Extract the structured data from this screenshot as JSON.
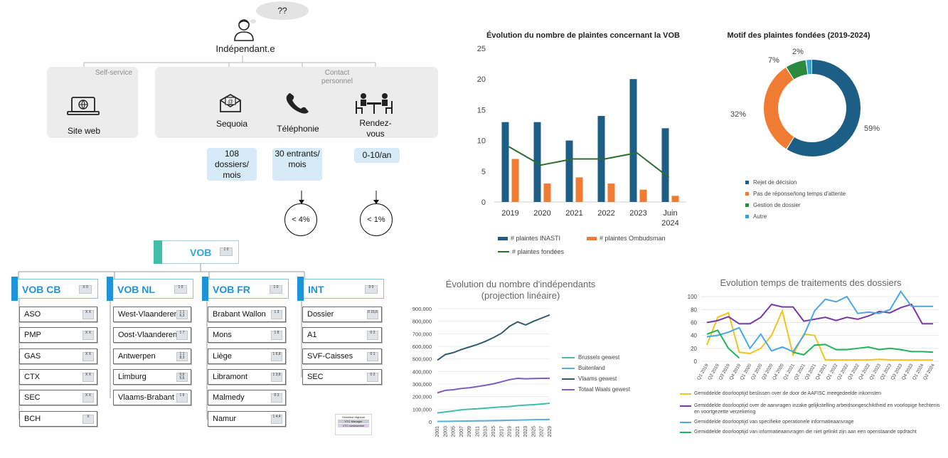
{
  "flow": {
    "bubble": "??",
    "person": "Indépendant.e",
    "self_service": "Self-service",
    "contact_personnel": "Contact personnel",
    "channels": [
      {
        "label": "Site web",
        "icon": "laptop-icon"
      },
      {
        "label": "Sequoia",
        "icon": "mail-icon"
      },
      {
        "label": "Téléphonie",
        "icon": "phone-icon"
      },
      {
        "label": "Rendez-vous",
        "icon": "meeting-icon"
      }
    ],
    "stats": [
      "108 dossiers/ mois",
      "30 entrants/ mois",
      "0-10/an"
    ],
    "rates": [
      "< 4%",
      "< 1%"
    ]
  },
  "org": {
    "top": {
      "title": "VOB",
      "badge": "1 0"
    },
    "branches": [
      {
        "title": "VOB CB",
        "badge": "X 0",
        "items": [
          {
            "label": "ASO",
            "badge": "X X"
          },
          {
            "label": "PMP",
            "badge": "X X"
          },
          {
            "label": "GAS",
            "badge": "X X"
          },
          {
            "label": "CTX",
            "badge": "X X"
          },
          {
            "label": "SEC",
            "badge": "X X"
          },
          {
            "label": "BCH",
            "badge": "X"
          }
        ]
      },
      {
        "title": "VOB NL",
        "badge": "1 0",
        "items": [
          {
            "label": "West-Vlaanderen",
            "badge": "1 1 6,3"
          },
          {
            "label": "Oost-Vlaanderen",
            "badge": "1 7"
          },
          {
            "label": "Antwerpen",
            "badge": "1 1 8,3"
          },
          {
            "label": "Limburg",
            "badge": "0,6 5,6"
          },
          {
            "label": "Vlaams-Brabant",
            "badge": "1 6"
          }
        ]
      },
      {
        "title": "VOB FR",
        "badge": "1 0",
        "items": [
          {
            "label": "Brabant Wallon",
            "badge": "1 3"
          },
          {
            "label": "Mons",
            "badge": "1 8"
          },
          {
            "label": "Liège",
            "badge": "1 6,8"
          },
          {
            "label": "Libramont",
            "badge": "1 3,8"
          },
          {
            "label": "Malmedy",
            "badge": "0 3"
          },
          {
            "label": "Namur",
            "badge": "1 4,4"
          }
        ]
      },
      {
        "title": "INT",
        "badge": "0 0",
        "items": [
          {
            "label": "Dossier",
            "badge": "0 15,6"
          },
          {
            "label": "A1",
            "badge": "0 2"
          },
          {
            "label": "SVF-Caisses",
            "badge": "0 1"
          },
          {
            "label": "SEC",
            "badge": "0 2"
          }
        ]
      }
    ],
    "legend": [
      "Directeur régional",
      "VTC Manager",
      "VTC medewerker"
    ]
  },
  "charts": {
    "complaints": {
      "title": "Évolution du nombre de plaintes concernant la VOB",
      "legend": [
        "# plaintes INASTI",
        "# plaintes Ombudsman",
        "# plaintes fondées"
      ],
      "colors": [
        "#1d5e86",
        "#f07b32",
        "#2c6e2f"
      ]
    },
    "motifs": {
      "title": "Motif des plaintes fondées (2019-2024)",
      "labels": [
        "59%",
        "32%",
        "7%",
        "2%"
      ],
      "legend": [
        "Rejet de décision",
        "Pas de réponse/long temps d'attente",
        "Gestion de dossier",
        "Autre"
      ],
      "colors": [
        "#1d5e86",
        "#f07b32",
        "#2b8a3e",
        "#3aa0d8"
      ]
    },
    "independants": {
      "title": "Évolution du nombre d'indépendants (projection linéaire)",
      "colors": [
        "#3fbfa8",
        "#5aaee0",
        "#2f5d6e",
        "#7d5bbf"
      ]
    },
    "treatment": {
      "title": "Evolution temps de traitements des dossiers",
      "legend": [
        "Gemiddelde doorlooptijd beslissen over de door de AAFISC meegedeelde inkomsten",
        "Gemiddelde doorlooptijd over de aanvragen inzake gelijkstelling arbeidsongeschiktheid en voorlopige hechtenis en voortgezette verzekering",
        "Gemiddelde doorlooptijd van specifieke operationele informatieaanvrage",
        "Gemiddelde doorlooptijd van informatieaanvragen die niet gelinkt zijn aan een openstaande opdracht"
      ],
      "colors": [
        "#f2c31a",
        "#7a37a8",
        "#49a7e6",
        "#22b35a"
      ]
    }
  },
  "chart_data": [
    {
      "type": "bar",
      "title": "Évolution du nombre de plaintes concernant la VOB",
      "categories": [
        "2019",
        "2020",
        "2021",
        "2022",
        "2023",
        "Juin 2024"
      ],
      "series": [
        {
          "name": "# plaintes INASTI",
          "values": [
            13,
            13,
            10,
            14,
            20,
            12
          ]
        },
        {
          "name": "# plaintes Ombudsman",
          "values": [
            7,
            3,
            4,
            3,
            2,
            1
          ]
        },
        {
          "name": "# plaintes fondées",
          "type": "line",
          "values": [
            9,
            6,
            7,
            7,
            8,
            4
          ]
        }
      ],
      "ylim": [
        0,
        25
      ],
      "yticks": [
        "0",
        "5",
        "10",
        "15",
        "20",
        "25"
      ],
      "legend": "bottom"
    },
    {
      "type": "pie",
      "title": "Motif des plaintes fondées (2019-2024)",
      "categories": [
        "Rejet de décision",
        "Pas de réponse/long temps d'attente",
        "Gestion de dossier",
        "Autre"
      ],
      "values": [
        59,
        32,
        7,
        2
      ],
      "legend": "bottom"
    },
    {
      "type": "line",
      "title": "Évolution du nombre d'indépendants (projection linéaire)",
      "x": [
        "2001",
        "2003",
        "2005",
        "2007",
        "2009",
        "2011",
        "2013",
        "2015",
        "2017",
        "2019",
        "2021",
        "2023",
        "2025",
        "2027",
        "2029"
      ],
      "series": [
        {
          "name": "Brussels gewest",
          "values": [
            70000,
            78000,
            86000,
            95000,
            100000,
            103000,
            108000,
            113000,
            118000,
            121000,
            128000,
            132000,
            136000,
            141000,
            147000
          ]
        },
        {
          "name": "Buitenland",
          "values": [
            2000,
            3000,
            4000,
            5000,
            6000,
            7000,
            8000,
            9000,
            10000,
            12000,
            13000,
            14000,
            16000,
            17000,
            18000
          ]
        },
        {
          "name": "Vlaams gewest",
          "values": [
            490000,
            535000,
            550000,
            575000,
            595000,
            615000,
            640000,
            670000,
            705000,
            760000,
            795000,
            770000,
            800000,
            825000,
            850000
          ]
        },
        {
          "name": "Totaal Waals gewest",
          "values": [
            230000,
            250000,
            255000,
            265000,
            270000,
            280000,
            290000,
            302000,
            318000,
            335000,
            345000,
            342000,
            344000,
            345000,
            346000
          ]
        }
      ],
      "ylim": [
        0,
        900000
      ],
      "yticks": [
        "0",
        "100,000",
        "200,000",
        "300,000",
        "400,000",
        "500,000",
        "600,000",
        "700,000",
        "800,000",
        "900,000"
      ],
      "legend": "right"
    },
    {
      "type": "line",
      "title": "Evolution temps de traitements des dossiers",
      "x": [
        "Q1 2019",
        "Q2 2019",
        "Q3 2019",
        "Q4 2019",
        "Q1 2020",
        "Q2 2020",
        "Q3 2020",
        "Q4 2020",
        "Q1 2021",
        "Q2 2021",
        "Q3 2021",
        "Q4 2021",
        "Q1 2022",
        "Q2 2022",
        "Q3 2022",
        "Q4 2022",
        "Q1 2023",
        "Q2 2023",
        "Q3 2023",
        "Q4 2023",
        "Q1 2024",
        "Q2 2024"
      ],
      "series": [
        {
          "name": "Gemiddelde doorlooptijd beslissen over de door de AAFISC meegedeelde inkomsten",
          "values": [
            25,
            68,
            75,
            14,
            12,
            20,
            40,
            78,
            10,
            42,
            40,
            2,
            2,
            2,
            2,
            2,
            3,
            2,
            2,
            2,
            2,
            2
          ]
        },
        {
          "name": "Gemiddelde doorlooptijd over de aanvragen inzake gelijkstelling arbeidsongeschiktheid en voorlopige hechtenis en voortgezette verzekering",
          "values": [
            60,
            63,
            69,
            58,
            58,
            68,
            88,
            84,
            84,
            62,
            65,
            68,
            63,
            68,
            65,
            70,
            77,
            75,
            83,
            88,
            58,
            58
          ]
        },
        {
          "name": "Gemiddelde doorlooptijd van specifieke operationele informatieaanvrage",
          "values": [
            38,
            40,
            45,
            52,
            20,
            42,
            16,
            22,
            15,
            40,
            78,
            96,
            92,
            100,
            74,
            76,
            74,
            80,
            108,
            85,
            85,
            85
          ]
        },
        {
          "name": "Gemiddelde doorlooptijd van informatieaanvragen die niet gelinkt zijn aan een openstaande opdracht",
          "values": [
            42,
            48,
            20,
            5,
            null,
            null,
            null,
            null,
            14,
            10,
            25,
            26,
            18,
            18,
            20,
            22,
            18,
            20,
            18,
            15,
            15,
            14
          ]
        }
      ],
      "ylim": [
        0,
        110
      ],
      "yticks": [
        "0",
        "20",
        "40",
        "60",
        "80",
        "100"
      ],
      "legend": "bottom"
    }
  ]
}
